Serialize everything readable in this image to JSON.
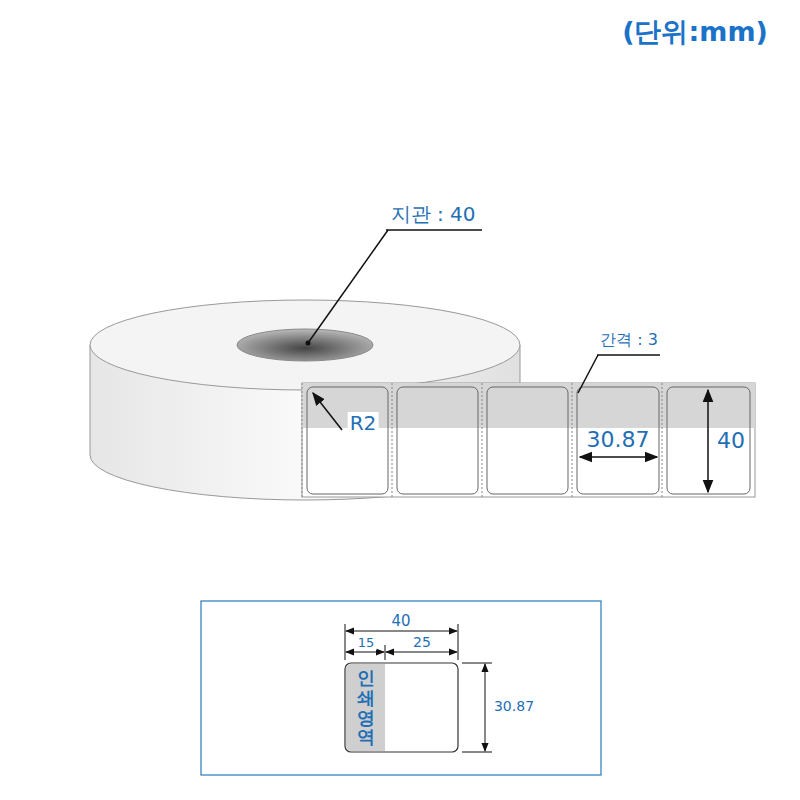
{
  "diagram": {
    "title": "(단위:mm)",
    "nodes": [
      {
        "text": [
          "인쇄영역"
        ]
      }
    ],
    "labels": [
      "지관 : 40",
      "간격 : 3",
      "R2",
      "30.87",
      "40",
      "40",
      "15",
      "25",
      "30.87"
    ]
  }
}
